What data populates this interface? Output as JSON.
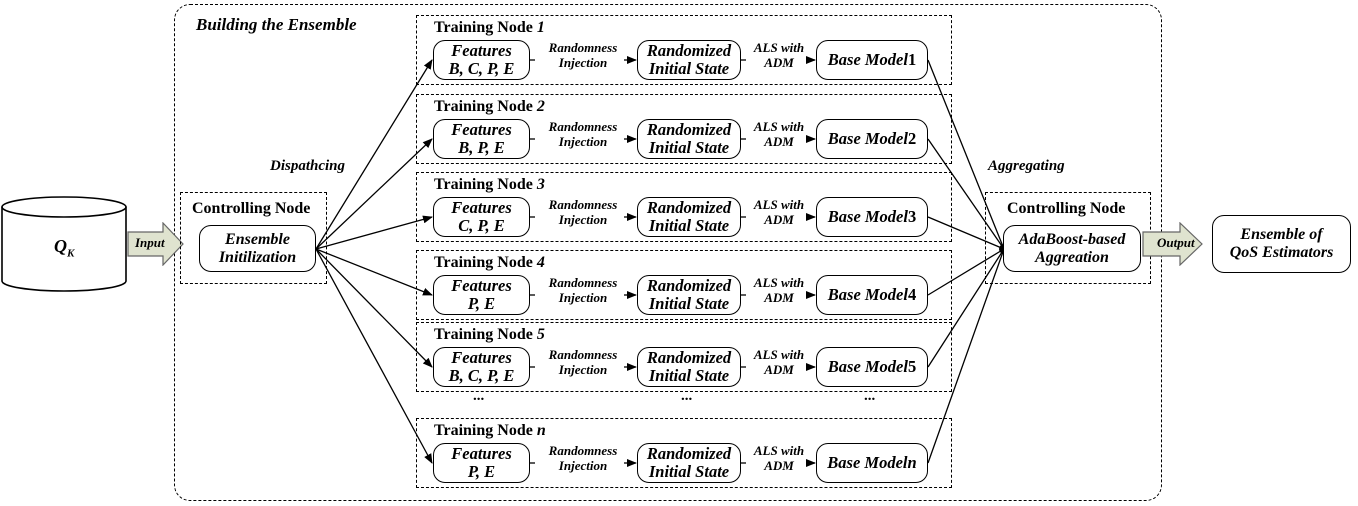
{
  "diagram": {
    "title": "Building the Ensemble",
    "dispatching_label": "Dispathcing",
    "aggregating_label": "Aggregating",
    "input_db_label": "Q",
    "input_db_subscript": "K",
    "input_arrow_label": "Input",
    "output_arrow_label": "Output",
    "left_controller": {
      "title": "Controlling Node",
      "box_line1": "Ensemble",
      "box_line2": "Initilization"
    },
    "right_controller": {
      "title": "Controlling Node",
      "box_line1": "AdaBoost-based",
      "box_line2": "Aggreation"
    },
    "result": {
      "line1": "Ensemble of",
      "line2": "QoS Estimators"
    },
    "step_labels": {
      "randomness_line1": "Randomness",
      "randomness_line2": "Injection",
      "als_line1": "ALS with",
      "als_line2": "ADM"
    },
    "randomized_state": {
      "line1": "Randomized",
      "line2": "Initial State"
    },
    "features_word": "Features",
    "ellipsis": "...",
    "nodes": [
      {
        "title_prefix": "Training Node ",
        "title_suffix": "1",
        "features": "B, C, P, E",
        "base_model_prefix": "Base Model ",
        "base_model_suffix": "1"
      },
      {
        "title_prefix": "Training Node ",
        "title_suffix": "2",
        "features": "B, P, E",
        "base_model_prefix": "Base Model ",
        "base_model_suffix": "2"
      },
      {
        "title_prefix": "Training Node ",
        "title_suffix": "3",
        "features": "C, P, E",
        "base_model_prefix": "Base Model ",
        "base_model_suffix": "3"
      },
      {
        "title_prefix": "Training Node ",
        "title_suffix": "4",
        "features": "P, E",
        "base_model_prefix": "Base Model ",
        "base_model_suffix": "4"
      },
      {
        "title_prefix": "Training Node ",
        "title_suffix": "5",
        "features": "B, C, P, E",
        "base_model_prefix": "Base Model ",
        "base_model_suffix": "5"
      },
      {
        "title_prefix": "Training Node ",
        "title_suffix": "n",
        "features": "P, E",
        "base_model_prefix": "Base Model ",
        "base_model_suffix": "n"
      }
    ]
  }
}
